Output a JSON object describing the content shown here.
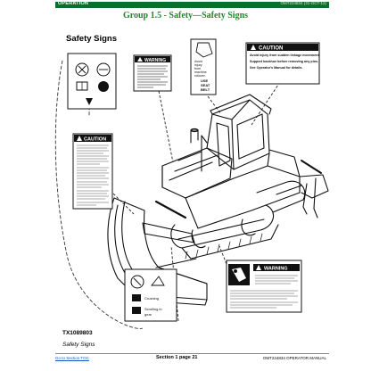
{
  "header": {
    "section_label": "OPERATION",
    "doc_ref": "OMT224834 (31-OCT-12)"
  },
  "group_title": "Group 1.5 - Safety—Safety Signs",
  "section_heading": "Safety Signs",
  "signs": {
    "left_caution_heading": "CAUTION",
    "top_warning_heading": "WARNING",
    "seatbelt_text": [
      "Avoid",
      "injury",
      "from",
      "machine",
      "rollover.",
      "USE",
      "SEAT",
      "BELT"
    ],
    "right_caution_heading": "CAUTION",
    "right_caution_lines": [
      "Avoid injury from sudden linkage movement.",
      "Support backhoe before removing any pins.",
      "See Operator's Manual for details."
    ],
    "lower_right_warning_heading": "WARNING",
    "bottom_left_lines": [
      "Crushing",
      "Scrolling in",
      "gear"
    ]
  },
  "figure": {
    "id": "TX1089803",
    "caption": "Safety Signs"
  },
  "footer": {
    "back_link": "Go to Section TOC",
    "section_page": "Section 1 page 21",
    "doc": "OMT224834 OPERATOR MANUAL"
  }
}
